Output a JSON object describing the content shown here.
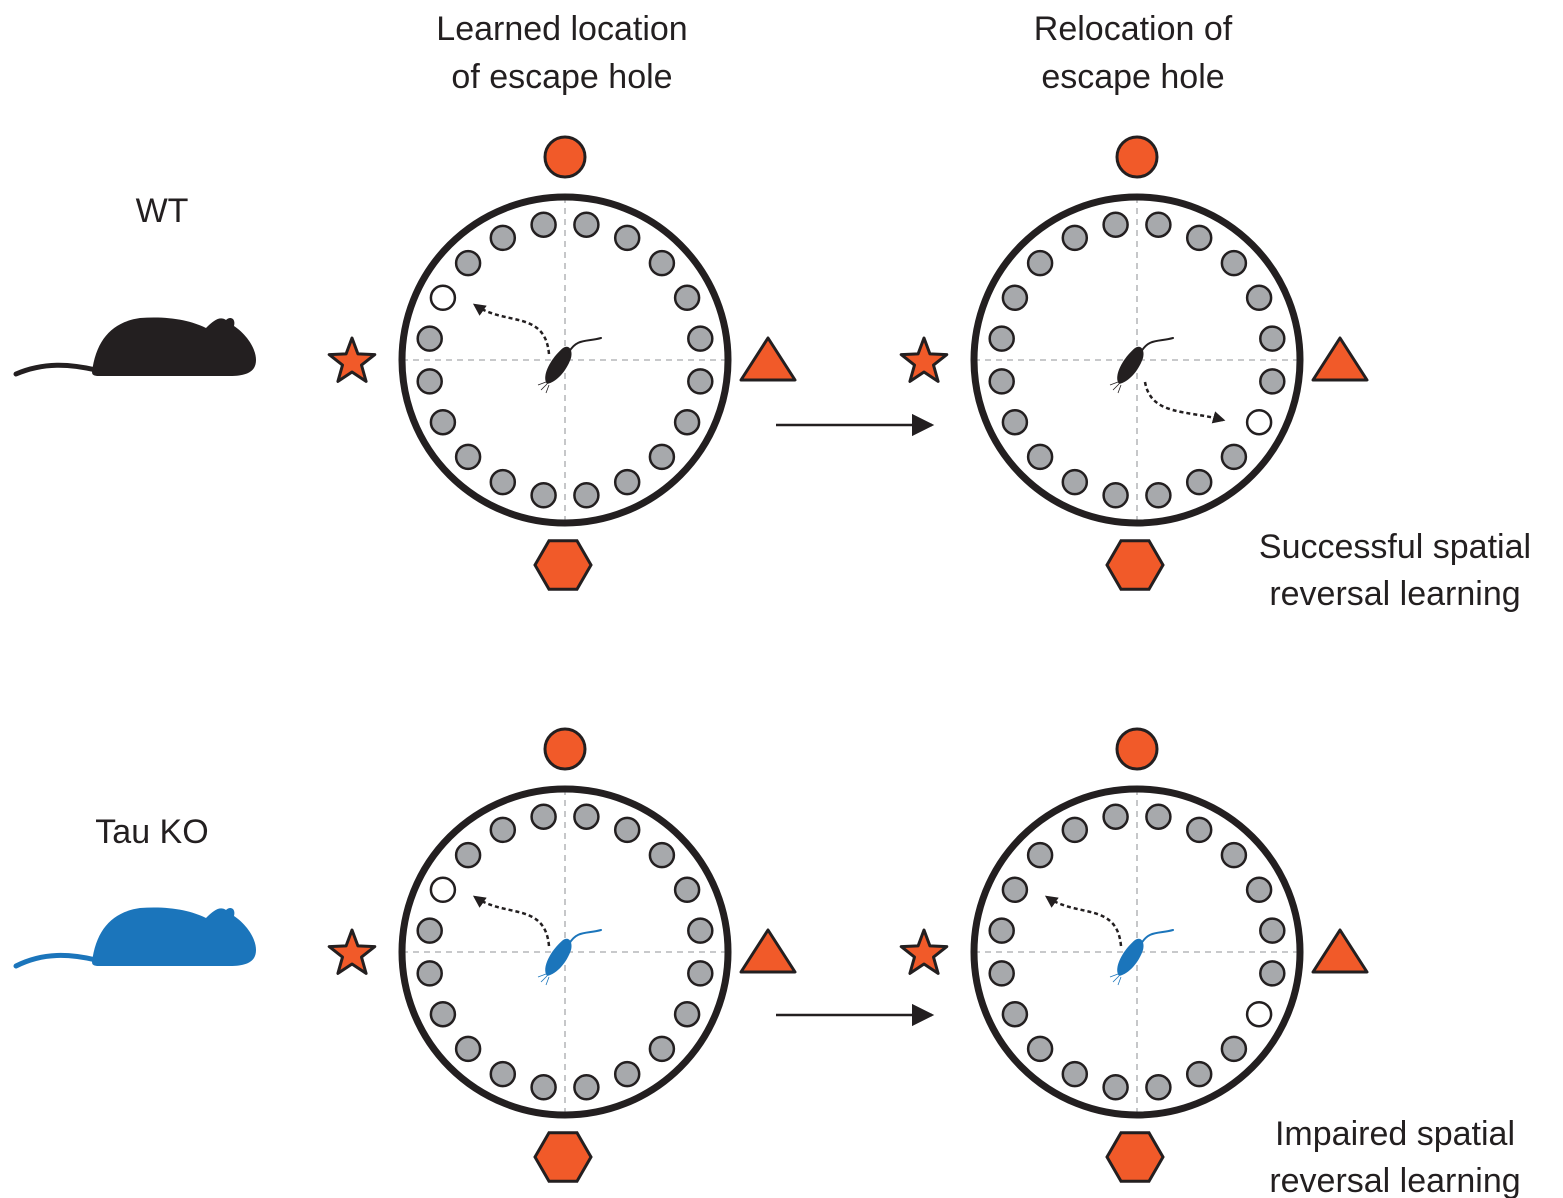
{
  "columns": {
    "learned": [
      "Learned location",
      "of escape hole"
    ],
    "relocation": [
      "Relocation of",
      "escape hole"
    ]
  },
  "rows": {
    "wt": {
      "label": "WT",
      "mouse_color": "#231f20",
      "outcome": [
        "Successful spatial",
        "reversal learning"
      ]
    },
    "tau_ko": {
      "label": "Tau KO",
      "mouse_color": "#1b75bb",
      "outcome": [
        "Impaired spatial",
        "reversal learning"
      ]
    }
  },
  "colors": {
    "cue": "#f15a29",
    "hole": "#a7a9ac",
    "outline": "#231f20",
    "escape_hole": "#ffffff"
  },
  "cue_icons": [
    "circle-cue-icon",
    "triangle-cue-icon",
    "hexagon-cue-icon",
    "star-cue-icon"
  ]
}
